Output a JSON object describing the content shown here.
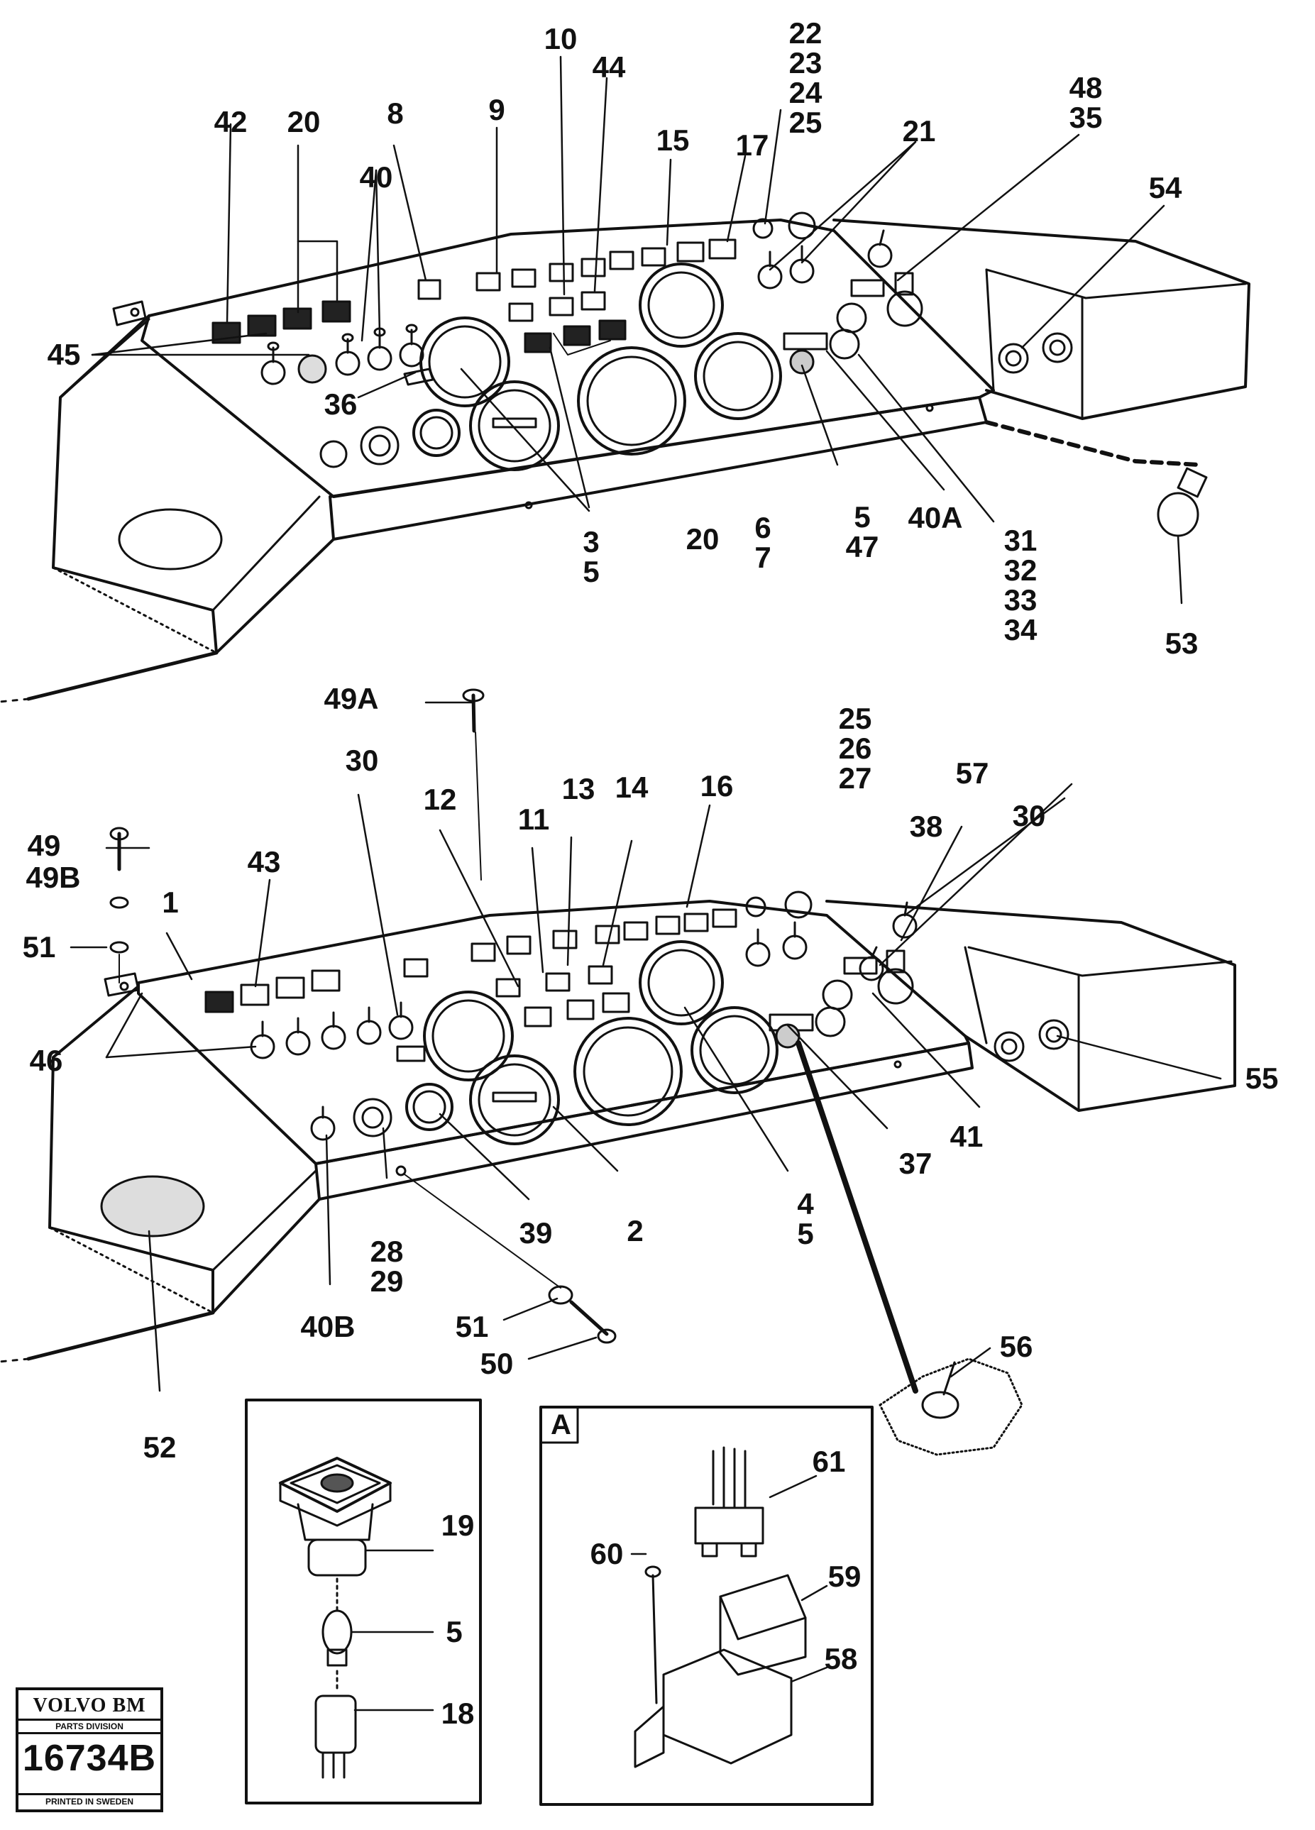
{
  "callouts": {
    "c42": "42",
    "c20a": "20",
    "c8": "8",
    "c9": "9",
    "c10": "10",
    "c44": "44",
    "c15": "15",
    "c17": "17",
    "c22_25": "22\n23\n24\n25",
    "c21": "21",
    "c48_35": "48\n35",
    "c54": "54",
    "c40": "40",
    "c45": "45",
    "c36": "36",
    "c3_5": "3\n5",
    "c20b": "20",
    "c6_7": "6\n7",
    "c5_47": "5\n47",
    "c40a": "40A",
    "c31_34": "31\n32\n33\n34",
    "c53": "53",
    "c49a": "49A",
    "c30a": "30",
    "c25_27": "25\n26\n27",
    "c57": "57",
    "c12": "12",
    "c11": "11",
    "c13": "13",
    "c14": "14",
    "c16": "16",
    "c38": "38",
    "c30b": "30",
    "c49": "49",
    "c49b": "49B",
    "c43": "43",
    "c1": "1",
    "c51a": "51",
    "c46": "46",
    "c55": "55",
    "c41": "41",
    "c37": "37",
    "c4_5": "4\n5",
    "c2": "2",
    "c39": "39",
    "c28_29": "28\n29",
    "c40b": "40B",
    "c51b": "51",
    "c50": "50",
    "c52": "52",
    "c56": "56",
    "c19": "19",
    "c5b": "5",
    "c18": "18",
    "c61": "61",
    "c60": "60",
    "c59": "59",
    "c58": "58"
  },
  "inset_a_label": "A",
  "logo": {
    "brand": "VOLVO BM",
    "division": "PARTS DIVISION",
    "number": "16734B",
    "printed": "PRINTED IN SWEDEN"
  }
}
